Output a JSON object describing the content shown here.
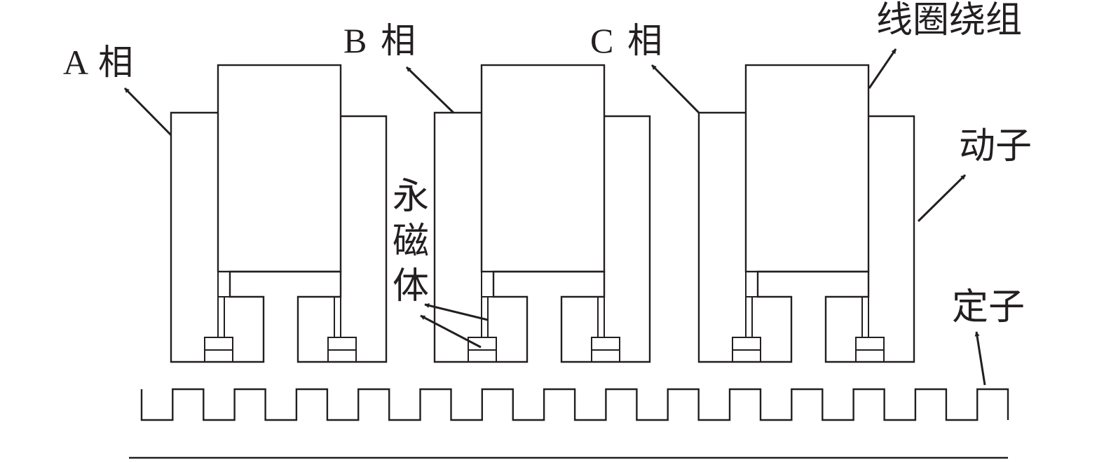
{
  "labels": {
    "phase_a_letter": "A",
    "phase_a_char": "相",
    "phase_b_letter": "B",
    "phase_b_char": "相",
    "phase_c_letter": "C",
    "phase_c_char": "相",
    "coil_winding": "线圈绕组",
    "mover": "动子",
    "stator": "定子",
    "magnet_1": "永",
    "magnet_2": "磁",
    "magnet_3": "体"
  },
  "colors": {
    "stroke": "#231f20",
    "background": "#ffffff"
  }
}
